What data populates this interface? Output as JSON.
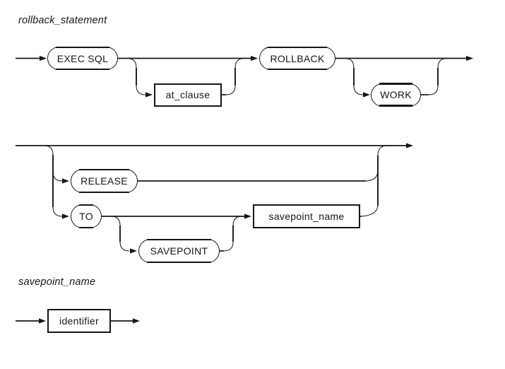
{
  "diagram": {
    "kind": "sql-syntax-railroad-diagram",
    "colors": {
      "ink": "#161616",
      "background": "#ffffff"
    },
    "sections": [
      {
        "title": "rollback_statement"
      },
      {
        "title": "savepoint_name"
      }
    ],
    "nodes": {
      "exec_sql": {
        "label": "EXEC SQL",
        "shape": "oval"
      },
      "at_clause": {
        "label": "at_clause",
        "shape": "box"
      },
      "rollback": {
        "label": "ROLLBACK",
        "shape": "oval"
      },
      "work": {
        "label": "WORK",
        "shape": "oval"
      },
      "release": {
        "label": "RELEASE",
        "shape": "oval"
      },
      "to": {
        "label": "TO",
        "shape": "oval"
      },
      "savepoint": {
        "label": "SAVEPOINT",
        "shape": "oval"
      },
      "savepoint_name": {
        "label": "savepoint_name",
        "shape": "box"
      },
      "identifier": {
        "label": "identifier",
        "shape": "box"
      }
    }
  }
}
